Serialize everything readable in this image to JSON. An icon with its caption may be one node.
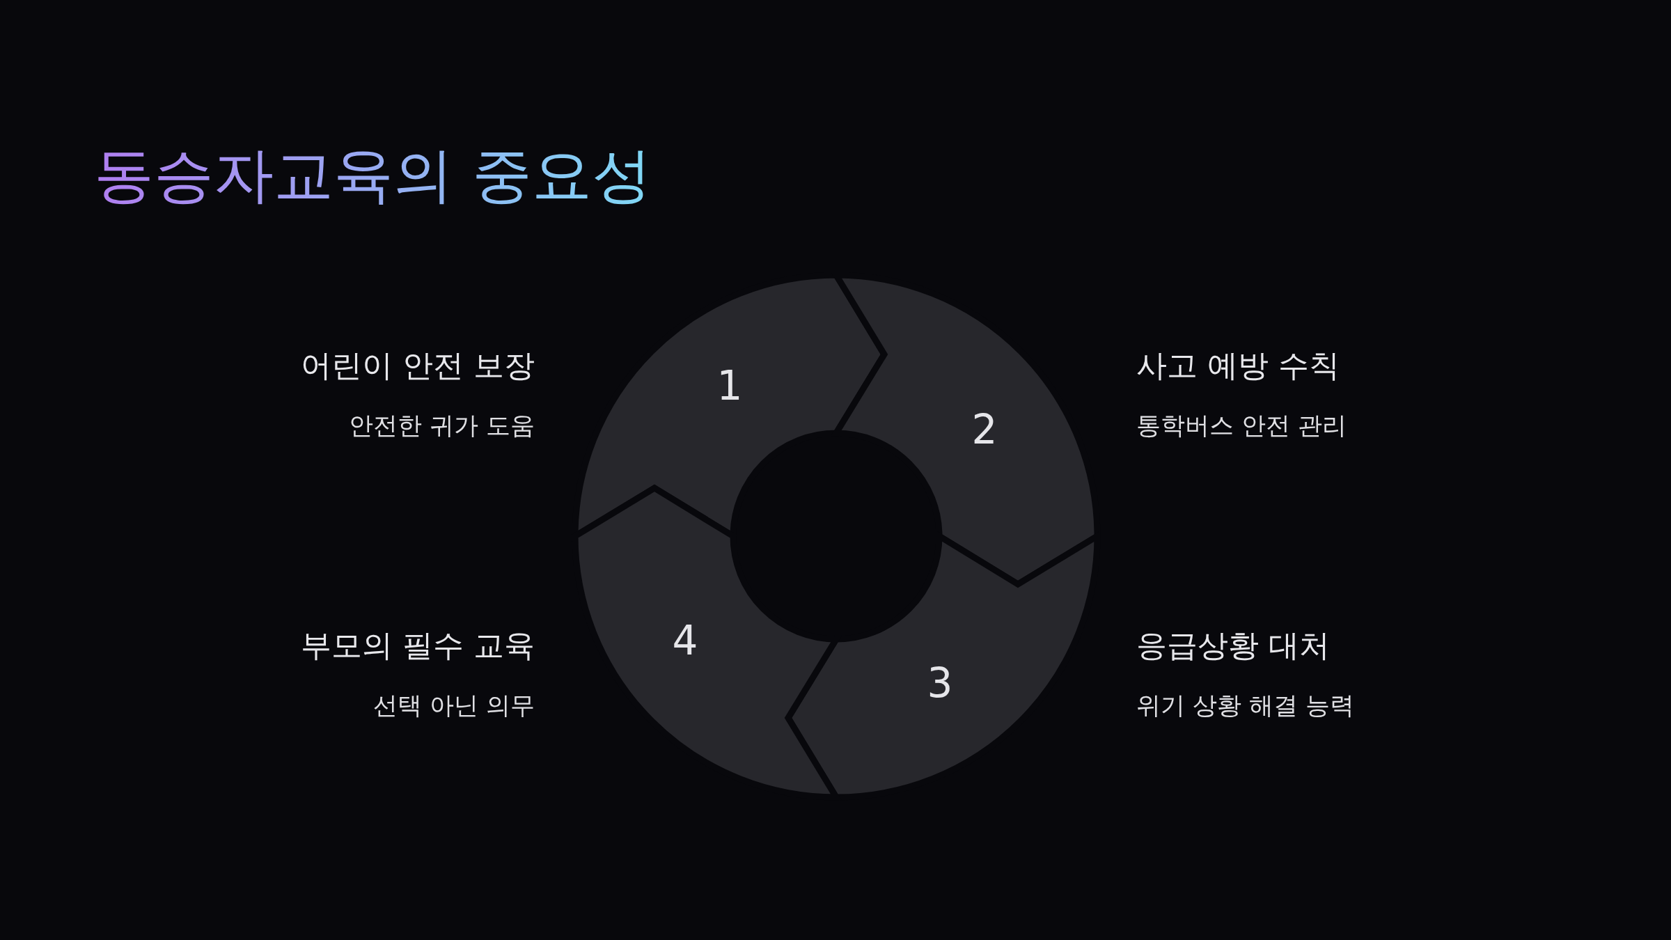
{
  "diagram": {
    "title": "동승자교육의 중요성",
    "nodes": [
      {
        "text": [
          "1"
        ],
        "beside": [
          "어린이 안전 보장",
          "안전한 귀가 도움"
        ]
      },
      {
        "text": [
          "2"
        ],
        "beside": [
          "사고 예방 수칙",
          "통학버스 안전 관리"
        ]
      },
      {
        "text": [
          "3"
        ],
        "beside": [
          "응급상황 대처",
          "위기 상황 해결 능력"
        ]
      },
      {
        "text": [
          "4"
        ],
        "beside": [
          "부모의 필수 교육",
          "선택 아닌 의무"
        ]
      }
    ]
  }
}
